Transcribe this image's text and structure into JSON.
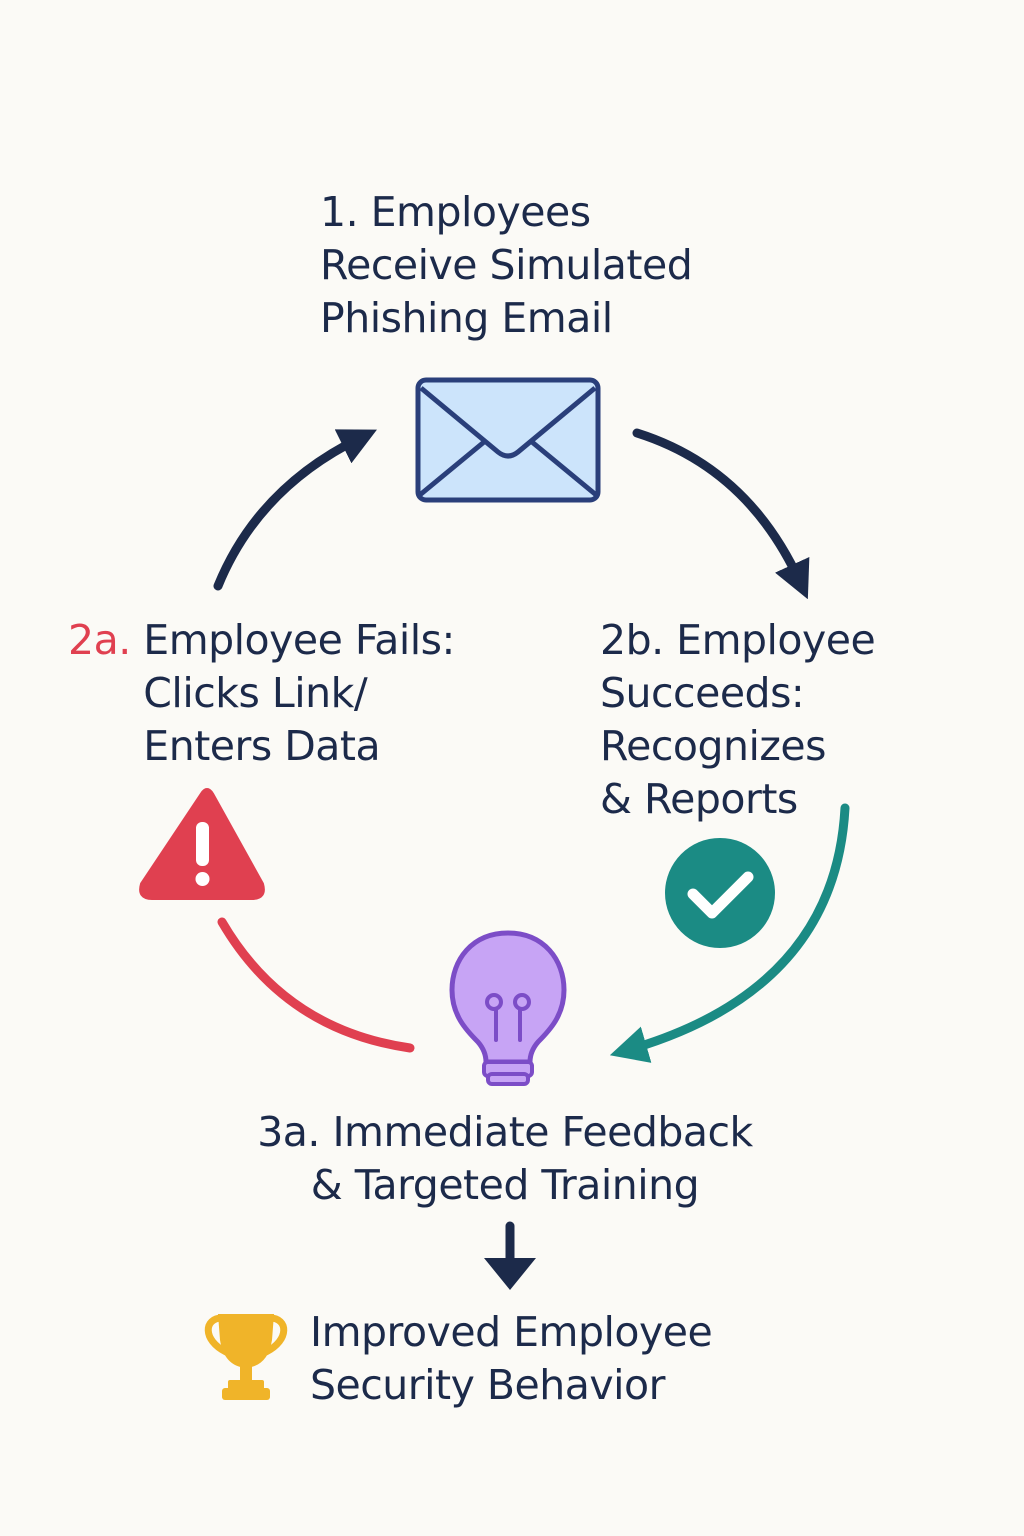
{
  "steps": {
    "receive": {
      "lines": [
        "1. Employees",
        "Receive Simulated",
        "Phishing Email"
      ]
    },
    "fail": {
      "number": "2a.",
      "lines": [
        "Employee Fails:",
        "Clicks Link/",
        "Enters Data"
      ]
    },
    "succeed": {
      "lines": [
        "2b. Employee",
        "Succeeds:",
        "Recognizes",
        "& Reports"
      ]
    },
    "feedback": {
      "lines": [
        "3a. Immediate Feedback",
        "& Targeted Training"
      ]
    },
    "outcome": {
      "lines": [
        "Improved Employee",
        "Security Behavior"
      ]
    }
  },
  "icons": {
    "email": "envelope-icon",
    "fail": "warning-icon",
    "succeed": "checkmark-icon",
    "feedback": "lightbulb-icon",
    "outcome": "trophy-icon"
  },
  "colors": {
    "navy": "#1c2a4a",
    "red": "#e04050",
    "teal": "#1b8b84",
    "purple": "#c7a4f5",
    "gold": "#f0b429",
    "envelope_fill": "#cce4fb",
    "envelope_stroke": "#2a3f7a"
  }
}
